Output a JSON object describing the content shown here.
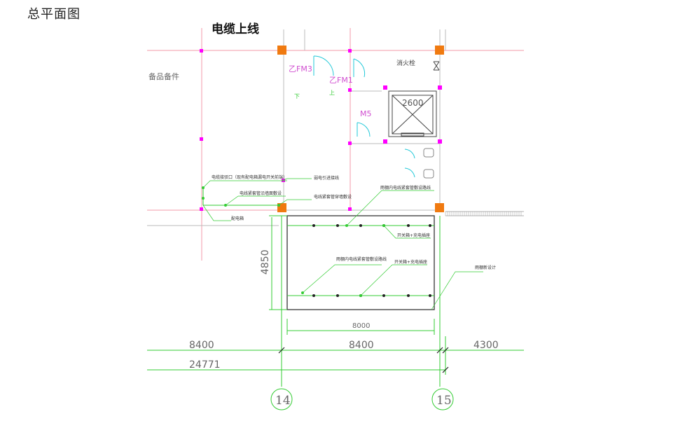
{
  "page": {
    "title": "总平面图"
  },
  "drawing": {
    "top_heading": "电缆上线",
    "room_label_spare": "备品备件",
    "door_fm3": "乙FM3",
    "door_fm1": "乙FM1",
    "stair_down": "下",
    "stair_up": "上",
    "hydrant": "消火栓",
    "elevator_size": "2600",
    "door_m5": "M5",
    "notes": {
      "cable_entry": "电缆接驳口（现有配电箱漏电开关前端）",
      "wall_conduit": "电线紧套管沿墙面敷设",
      "floor_conduit": "电线紧套管穿墙敷设",
      "weak_current": "弱电引进接线",
      "shed_wiring_top": "雨棚内电线紧套管敷设路线",
      "switch_box_1": "开关箱+充电插座",
      "shed_wiring_bottom": "雨棚内电线紧套管敷设路线",
      "switch_box_2": "开关箱+充电插座",
      "shed_location": "雨棚新设计",
      "distribution_box": "配电箱"
    },
    "dimensions": {
      "shed_depth": "4850",
      "shed_width": "8000",
      "span_left": "8400",
      "span_middle": "8400",
      "span_right": "4300",
      "total": "24771"
    },
    "axes": {
      "axis_14": "14",
      "axis_15": "15"
    }
  },
  "colors": {
    "grid_red": "#f08a9a",
    "magenta_node": "#ff00ff",
    "column_orange": "#f07a10",
    "dim_green": "#33cc33",
    "door_cyan": "#22c8d8"
  }
}
